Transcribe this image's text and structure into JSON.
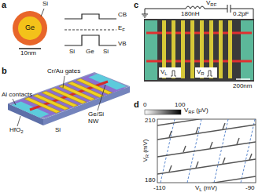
{
  "diagram": {
    "labels": [
      "a",
      "Si",
      "Ge",
      "10nm",
      "CB",
      "E",
      "F",
      "VB",
      "Si",
      "Ge",
      "Si",
      "b",
      "Cr/Au gates",
      "Al contacts",
      "HfO",
      "2",
      "Ge/Si NW",
      "Si",
      "c",
      "V",
      "RF",
      "180nH",
      "0.2pF",
      "V",
      "L",
      "V",
      "R",
      "200nm",
      "d",
      "0",
      "100",
      "V",
      "RF",
      "(μV)",
      "210",
      "V",
      "R",
      "(mV)",
      "180",
      "-110",
      "V",
      "L",
      "(mV)",
      "-90"
    ]
  }
}
